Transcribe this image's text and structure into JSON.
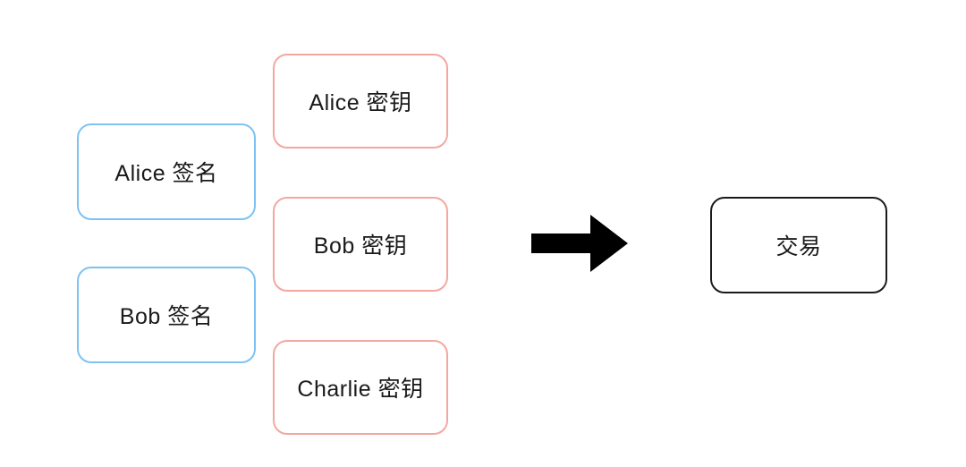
{
  "diagram": {
    "title": "multisig-transaction-diagram",
    "colors": {
      "signature_border": "#7EC2F3",
      "key_border": "#F4A7A0",
      "transaction_border": "#1A1A1A",
      "text": "#1A1A1A",
      "arrow": "#000000",
      "background": "#FFFFFF"
    },
    "signatures": [
      {
        "label": "Alice 签名"
      },
      {
        "label": "Bob 签名"
      }
    ],
    "keys": [
      {
        "label": "Alice 密钥"
      },
      {
        "label": "Bob 密钥"
      },
      {
        "label": "Charlie 密钥"
      }
    ],
    "arrow": {
      "icon": "right-arrow",
      "direction": "right"
    },
    "output": {
      "label": "交易"
    }
  }
}
